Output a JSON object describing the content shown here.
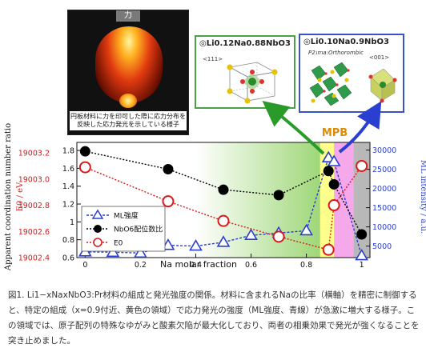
{
  "photo": {
    "force_label": "力",
    "caption": "円板材料に力を印可した際に応力分布を反映した応力発光を示している様子"
  },
  "crystal_1": {
    "title": "◎Li0.12Na0.88NbO3",
    "direction": "<111>"
  },
  "crystal_2": {
    "title": "◎Li0.10Na0.9NbO3",
    "phase": "P2₁ma:Orthorombic",
    "direction": "<001>"
  },
  "mpb_label": "MPB",
  "caption": "図1. Li1−xNaxNbO3:Pr材料の組成と発光強度の関係。材料に含まれるNaの比率（横軸）を精密に制御すると、特定の組成（x=0.9付近、黄色の領域）で応力発光の強度（ML強度、青線）が急激に増大する様子。この領域では、原子配列の特殊なゆがみと酸素欠陥が最大化しており、両者の相乗効果で発光が強くなることを突き止めました。",
  "colors": {
    "ml": "#2a3fd0",
    "nbo6": "#000000",
    "e0": "#d81a1a",
    "mpb": "#e08a00",
    "green_region": "#8ed060",
    "yellow_region": "#ffff80",
    "pink_region": "#f5a0e8",
    "gray_region": "#b0b0b0"
  },
  "chart_data": {
    "type": "line",
    "xlabel": "Na molar fraction",
    "xlim": [
      -0.03,
      1.03
    ],
    "x_ticks": [
      "0",
      "0.2",
      "0.4",
      "0.6",
      "0.8",
      "1"
    ],
    "left_axis_1": {
      "label": "Apparent coordination number ratio",
      "ticks": [
        "0.6",
        "0.8",
        "1",
        "1.2",
        "1.4",
        "1.6",
        "1.8"
      ],
      "ylim": [
        0.6,
        1.89
      ]
    },
    "left_axis_2": {
      "label": "E0 / eV",
      "ticks": [
        "19002.4",
        "19002.6",
        "19002.8",
        "19003.0",
        "19003.2"
      ],
      "ylim": [
        19002.4,
        19003.28
      ]
    },
    "right_axis": {
      "label": "ML intensity / a.u.",
      "ticks": [
        "5000",
        "10000",
        "15000",
        "20000",
        "25000",
        "30000"
      ],
      "ylim": [
        2000,
        32000
      ]
    },
    "series": [
      {
        "name": "ML強度",
        "axis": "right",
        "x": [
          0,
          0.1,
          0.2,
          0.3,
          0.4,
          0.5,
          0.6,
          0.7,
          0.8,
          0.88,
          0.9,
          1.0
        ],
        "values": [
          3500,
          3400,
          3200,
          5200,
          5000,
          6000,
          7800,
          8400,
          9000,
          28000,
          27000,
          2500
        ]
      },
      {
        "name": "NbO6配位数比",
        "axis": "left_1",
        "x": [
          0,
          0.3,
          0.5,
          0.7,
          0.88,
          0.9,
          1.0
        ],
        "values": [
          1.79,
          1.59,
          1.36,
          1.3,
          1.57,
          1.42,
          0.86
        ]
      },
      {
        "name": "E0",
        "axis": "left_2",
        "x": [
          0,
          0.3,
          0.5,
          0.7,
          0.88,
          0.9,
          1.0
        ],
        "values": [
          19003.09,
          19002.83,
          19002.68,
          19002.56,
          19002.46,
          19002.8,
          19003.1
        ]
      }
    ],
    "shaded_regions": [
      {
        "from": 0.4,
        "to": 0.85,
        "color": "green"
      },
      {
        "from": 0.85,
        "to": 0.9,
        "color": "yellow"
      },
      {
        "from": 0.9,
        "to": 0.97,
        "color": "pink"
      },
      {
        "from": 0.97,
        "to": 1.03,
        "color": "gray"
      }
    ],
    "legend_position": "bottom-left"
  }
}
